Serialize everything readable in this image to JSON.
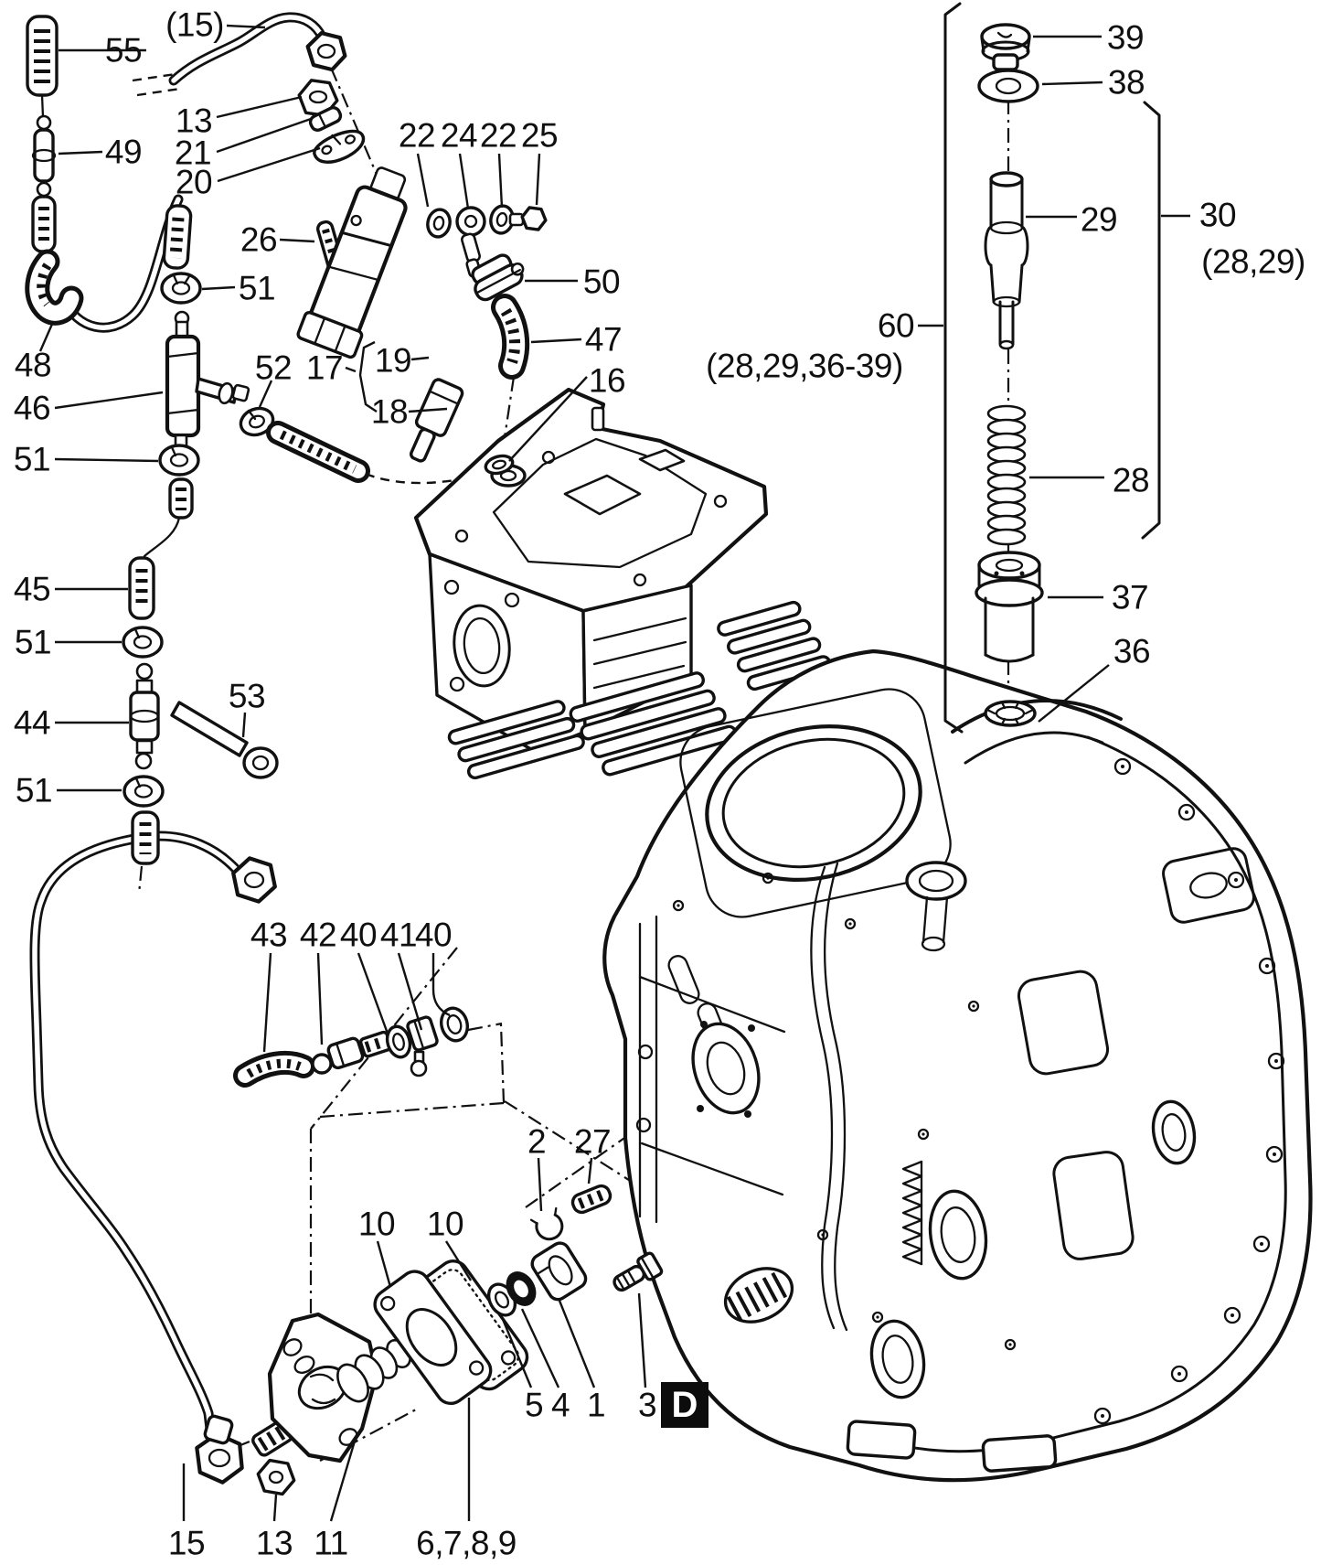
{
  "figure": {
    "kind": "exploded parts diagram",
    "subject": "diesel engine fuel injection system"
  },
  "callouts": [
    {
      "id": "hose-55",
      "text": "55"
    },
    {
      "id": "pipe-15-ref",
      "text": "(15)"
    },
    {
      "id": "nut-13-top",
      "text": "13"
    },
    {
      "id": "connector-49",
      "text": "49"
    },
    {
      "id": "clamp-21",
      "text": "21"
    },
    {
      "id": "clamp-20",
      "text": "20"
    },
    {
      "id": "eyelet-22-a",
      "text": "22"
    },
    {
      "id": "banjo-24",
      "text": "24"
    },
    {
      "id": "eyelet-22-b",
      "text": "22"
    },
    {
      "id": "bolt-25",
      "text": "25"
    },
    {
      "id": "pin-26",
      "text": "26"
    },
    {
      "id": "grommet-51-a",
      "text": "51"
    },
    {
      "id": "elbow-48",
      "text": "48"
    },
    {
      "id": "clamp-50",
      "text": "50"
    },
    {
      "id": "hose-47",
      "text": "47"
    },
    {
      "id": "washer-16",
      "text": "16"
    },
    {
      "id": "joint-52",
      "text": "52"
    },
    {
      "id": "injector-17",
      "text": "17"
    },
    {
      "id": "holder-19",
      "text": "19"
    },
    {
      "id": "nozzle-18",
      "text": "18"
    },
    {
      "id": "tee-46",
      "text": "46"
    },
    {
      "id": "grommet-51-b",
      "text": "51"
    },
    {
      "id": "assembly-60",
      "text": "60"
    },
    {
      "id": "assembly-60-contents",
      "text": "(28,29,36-39)"
    },
    {
      "id": "plug-39",
      "text": "39"
    },
    {
      "id": "washer-38",
      "text": "38"
    },
    {
      "id": "plunger-29",
      "text": "29"
    },
    {
      "id": "assembly-30",
      "text": "30"
    },
    {
      "id": "assembly-30-contents",
      "text": "(28,29)"
    },
    {
      "id": "spring-28",
      "text": "28"
    },
    {
      "id": "retainer-37",
      "text": "37"
    },
    {
      "id": "seal-36",
      "text": "36"
    },
    {
      "id": "hose-45",
      "text": "45"
    },
    {
      "id": "grommet-51-c",
      "text": "51"
    },
    {
      "id": "connector-44",
      "text": "44"
    },
    {
      "id": "strap-53",
      "text": "53"
    },
    {
      "id": "grommet-51-d",
      "text": "51"
    },
    {
      "id": "hose-43",
      "text": "43"
    },
    {
      "id": "joint-42",
      "text": "42"
    },
    {
      "id": "ring-40-a",
      "text": "40"
    },
    {
      "id": "collar-41",
      "text": "41"
    },
    {
      "id": "ring-40-b",
      "text": "40"
    },
    {
      "id": "clip-2",
      "text": "2"
    },
    {
      "id": "stud-27",
      "text": "27"
    },
    {
      "id": "gasket-10-a",
      "text": "10"
    },
    {
      "id": "gasket-10-b",
      "text": "10"
    },
    {
      "id": "washer-5",
      "text": "5"
    },
    {
      "id": "ring-4",
      "text": "4"
    },
    {
      "id": "tappet-1",
      "text": "1"
    },
    {
      "id": "bolt-3",
      "text": "3"
    },
    {
      "id": "pipe-15-bottom",
      "text": "15"
    },
    {
      "id": "nut-13-bottom",
      "text": "13"
    },
    {
      "id": "pump-11",
      "text": "11"
    },
    {
      "id": "pump-parts-6789",
      "text": "6,7,8,9"
    },
    {
      "id": "section-d",
      "text": "D"
    }
  ]
}
